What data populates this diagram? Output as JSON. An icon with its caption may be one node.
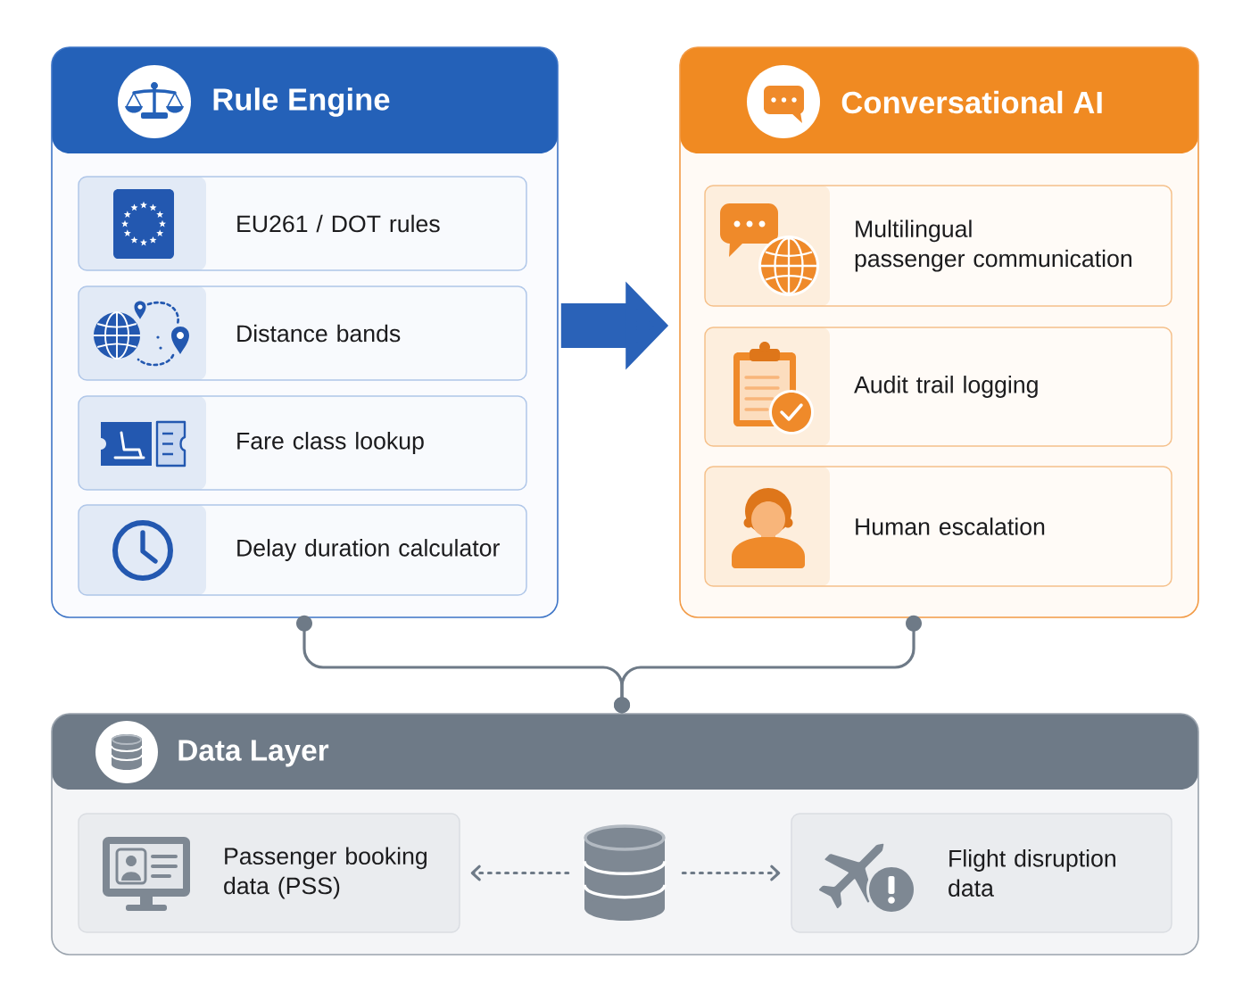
{
  "diagram": {
    "nodes": [
      {
        "text": [
          "Rule Engine"
        ]
      },
      {
        "text": [
          "EU261 / DOT rules"
        ],
        "in": 0
      },
      {
        "text": [
          "Distance bands"
        ],
        "in": 0
      },
      {
        "text": [
          "Fare class lookup"
        ],
        "in": 0
      },
      {
        "text": [
          "Delay duration calculator"
        ],
        "in": 0
      },
      {
        "text": [
          "Conversational AI"
        ]
      },
      {
        "text": [
          "Multilingual passenger communication"
        ],
        "in": 5
      },
      {
        "text": [
          "Audit trail logging"
        ],
        "in": 5
      },
      {
        "text": [
          "Human escalation"
        ],
        "in": 5
      },
      {
        "text": [
          "Data Layer"
        ]
      },
      {
        "text": [
          "Passenger booking data (PSS)"
        ],
        "in": 9
      },
      {
        "text": [],
        "shape": "cylinder",
        "in": 9
      },
      {
        "text": [
          "Flight disruption data"
        ],
        "in": 9
      }
    ],
    "edges": [
      {
        "from": 0,
        "to": 5,
        "arrow": "to",
        "style": "thick",
        "color": "#2a62b8"
      },
      {
        "from": 0,
        "to": 9,
        "arrow": "other"
      },
      {
        "from": 5,
        "to": 9,
        "arrow": "other"
      },
      {
        "from": 11,
        "to": 10,
        "arrow": "to",
        "style": "dashed"
      },
      {
        "from": 11,
        "to": 12,
        "arrow": "to",
        "style": "dashed"
      }
    ]
  }
}
